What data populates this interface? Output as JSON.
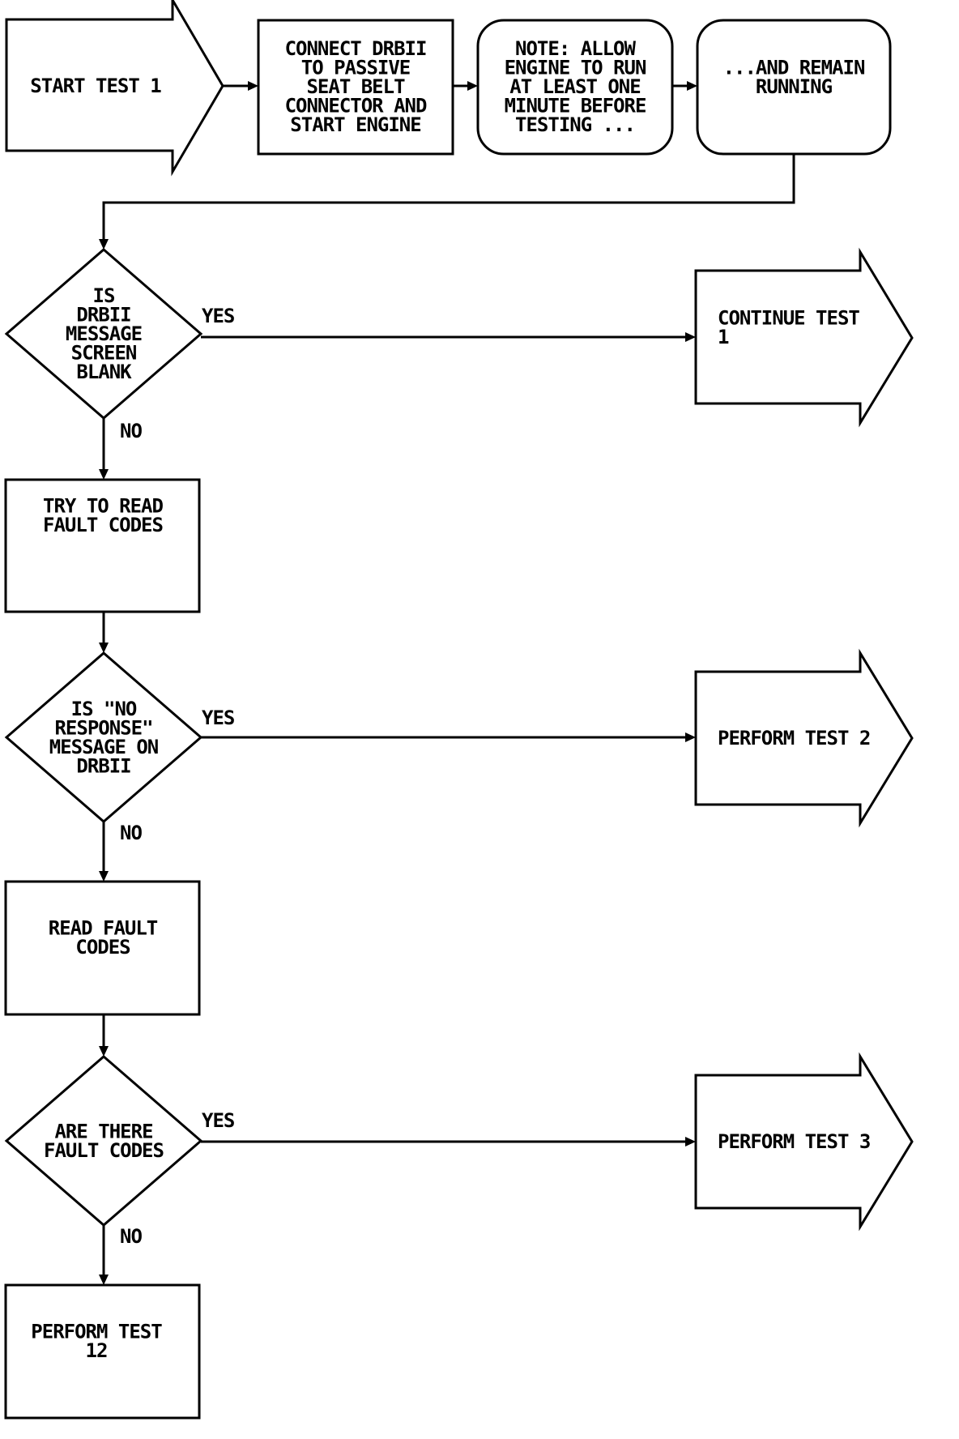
{
  "nodes": {
    "start": {
      "lines": [
        "START TEST 1"
      ]
    },
    "connect": {
      "lines": [
        "CONNECT DRBII",
        "TO PASSIVE",
        "SEAT BELT",
        "CONNECTOR AND",
        "START ENGINE"
      ]
    },
    "note": {
      "lines": [
        "NOTE: ALLOW",
        "ENGINE TO RUN",
        "AT LEAST ONE",
        "MINUTE BEFORE",
        "TESTING ..."
      ]
    },
    "remain": {
      "lines": [
        "...AND REMAIN",
        "RUNNING"
      ]
    },
    "q_blank": {
      "lines": [
        "IS",
        "DRBII",
        "MESSAGE",
        "SCREEN",
        "BLANK"
      ]
    },
    "continue1": {
      "lines": [
        "CONTINUE TEST",
        "1"
      ]
    },
    "try_read": {
      "lines": [
        "TRY TO READ",
        "FAULT CODES"
      ]
    },
    "q_noresp": {
      "lines": [
        "IS \"NO",
        "RESPONSE\"",
        "MESSAGE ON",
        "DRBII"
      ]
    },
    "test2": {
      "lines": [
        "PERFORM TEST 2"
      ]
    },
    "read_codes": {
      "lines": [
        "READ FAULT",
        "CODES"
      ]
    },
    "q_codes": {
      "lines": [
        "ARE THERE",
        "FAULT CODES"
      ]
    },
    "test3": {
      "lines": [
        "PERFORM TEST 3"
      ]
    },
    "test12": {
      "lines": [
        "PERFORM TEST",
        "12"
      ]
    }
  },
  "edge_labels": {
    "q1_yes": "YES",
    "q1_no": "NO",
    "q2_yes": "YES",
    "q2_no": "NO",
    "q3_yes": "YES",
    "q3_no": "NO"
  }
}
